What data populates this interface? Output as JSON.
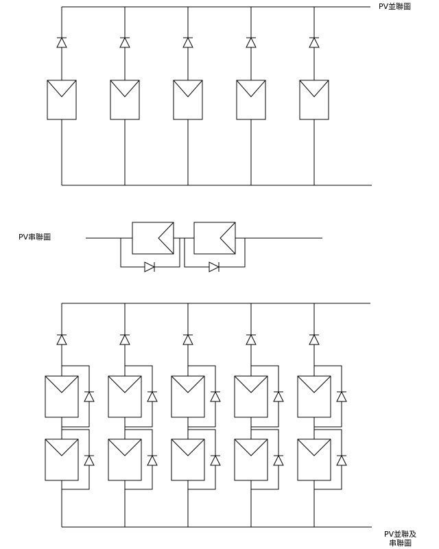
{
  "labels": {
    "parallel": "PV並聯圖",
    "series": "PV串聯圖",
    "combined_line1": "PV並聯及",
    "combined_line2": "串聯圖"
  },
  "colors": {
    "line": "#000000",
    "background": "#ffffff"
  },
  "diagrams": {
    "parallel": {
      "branches": 5,
      "panels_per_branch": 1,
      "blocking_diode": true,
      "bypass_diode": false
    },
    "series": {
      "panels": 2,
      "bypass_diode": true
    },
    "combined": {
      "branches": 5,
      "panels_per_branch": 2,
      "blocking_diode": true,
      "bypass_diode": true
    }
  }
}
